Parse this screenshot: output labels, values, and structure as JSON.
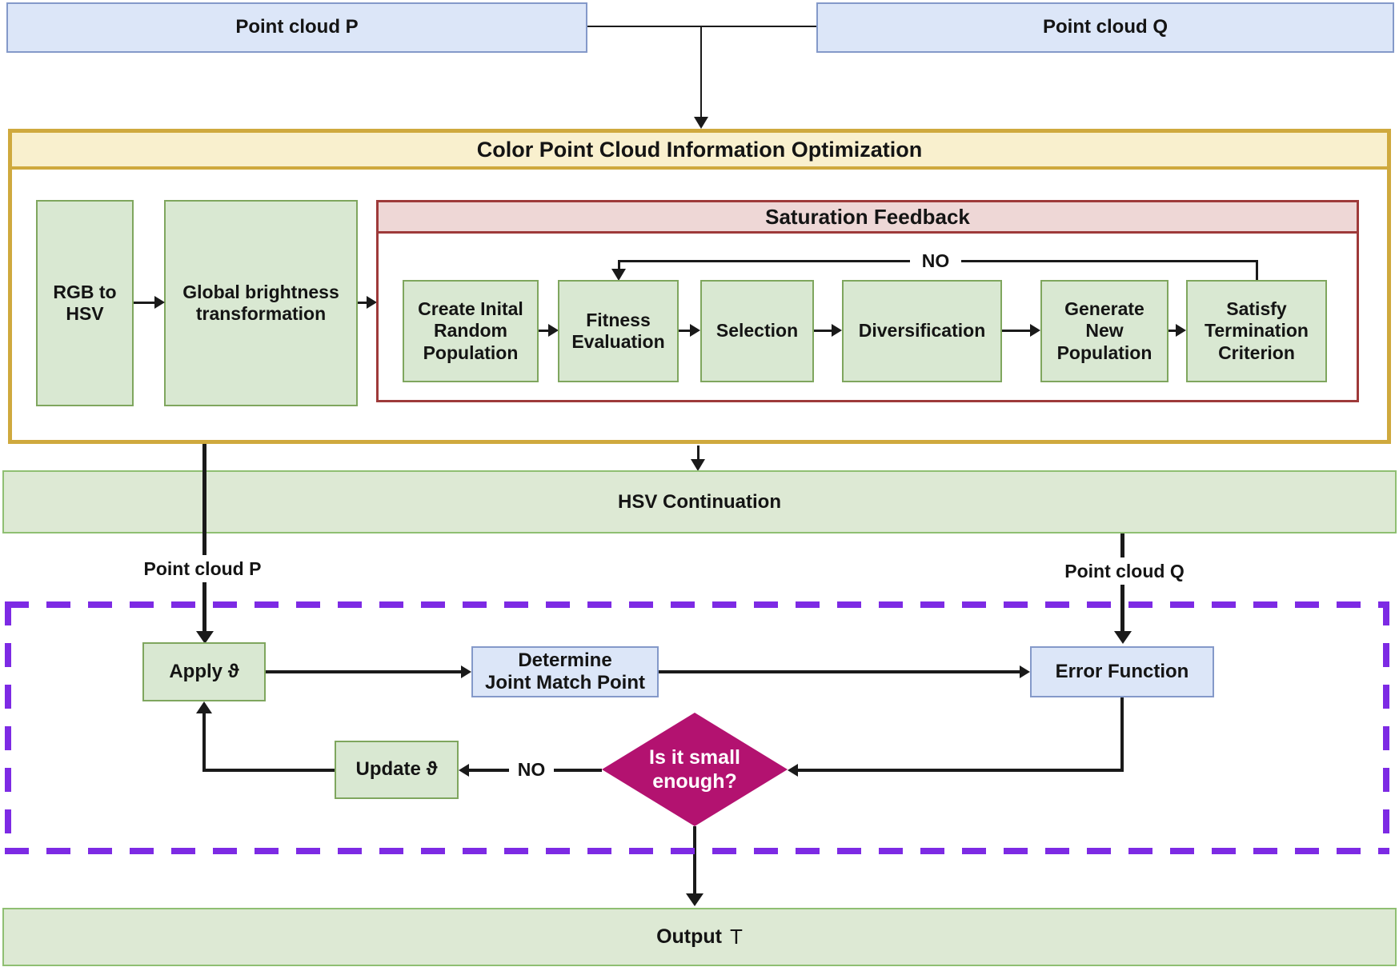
{
  "palette": {
    "blue_fill": "#dce6f8",
    "blue_border": "#8499c9",
    "green_fill": "#d9e8d2",
    "green_border": "#7fa65e",
    "yellow_fill": "#f9f0ce",
    "yellow_border": "#cfa93e",
    "red_fill": "#eed7d6",
    "red_border": "#9e3a3a",
    "band_fill": "#dde9d4",
    "band_border": "#8fbf72",
    "diamond_fill": "#b31270",
    "purple_dash": "#7d2ae4",
    "line": "#1a1a1a"
  },
  "top": {
    "point_cloud_p": "Point cloud P",
    "point_cloud_q": "Point cloud Q"
  },
  "optimization": {
    "title": "Color Point Cloud Information Optimization",
    "rgb_to_hsv": "RGB to\nHSV",
    "global_brightness": "Global brightness\ntransformation",
    "saturation": {
      "title": "Saturation Feedback",
      "no_label": "NO",
      "steps": [
        "Create Inital\nRandom\nPopulation",
        "Fitness\nEvaluation",
        "Selection",
        "Diversification",
        "Generate\nNew\nPopulation",
        "Satisfy\nTermination\nCriterion"
      ]
    }
  },
  "hsv_band": "HSV Continuation",
  "flow_labels": {
    "p": "Point cloud P",
    "q": "Point cloud Q"
  },
  "registration": {
    "apply": "Apply ϑ",
    "determine": "Determine\nJoint Match Point",
    "error": "Error Function",
    "update": "Update ϑ",
    "diamond": "Is it small\nenough?",
    "no_label": "NO"
  },
  "output": {
    "word": "Output",
    "symbol": "T"
  }
}
